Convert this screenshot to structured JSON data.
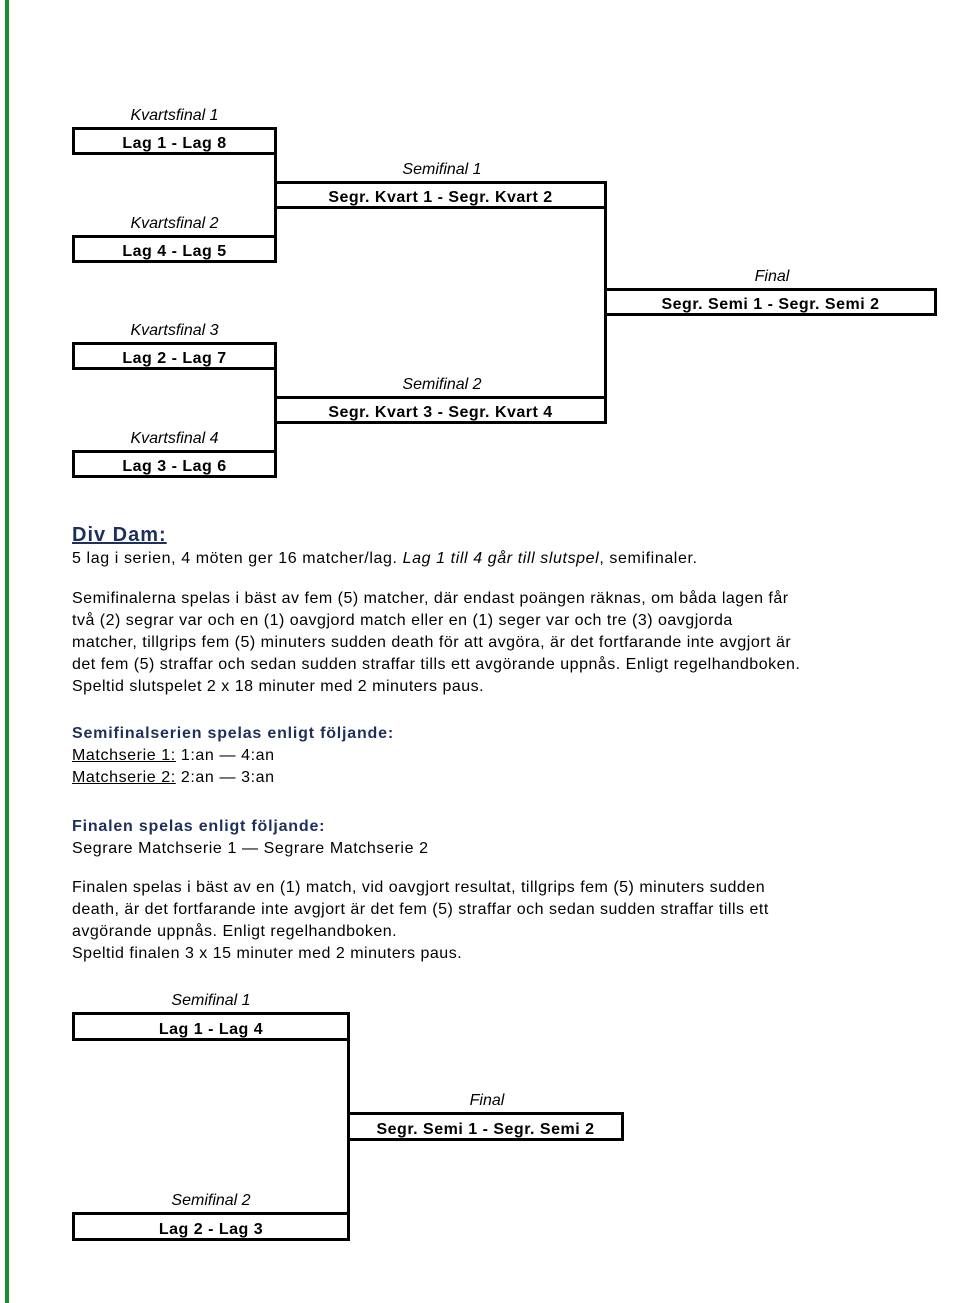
{
  "bracket1": {
    "qf1": {
      "label": "Kvartsfinal 1",
      "match": "Lag 1 - Lag 8"
    },
    "qf2": {
      "label": "Kvartsfinal 2",
      "match": "Lag 4 - Lag 5"
    },
    "qf3": {
      "label": "Kvartsfinal 3",
      "match": "Lag 2 - Lag 7"
    },
    "qf4": {
      "label": "Kvartsfinal 4",
      "match": "Lag 3 - Lag 6"
    },
    "sf1": {
      "label": "Semifinal 1",
      "match": "Segr. Kvart 1 - Segr. Kvart 2"
    },
    "sf2": {
      "label": "Semifinal 2",
      "match": "Segr. Kvart 3 - Segr. Kvart 4"
    },
    "final": {
      "label": "Final",
      "match": "Segr. Semi 1 - Segr. Semi 2"
    }
  },
  "div": {
    "heading": "Div Dam:",
    "line1_a": "5 lag i serien, 4 möten ger 16 matcher/lag. ",
    "line1_b": "Lag 1 till 4 går till slutspel",
    "line1_c": ", semifinaler.",
    "para1": [
      "Semifinalerna spelas i bäst av fem (5) matcher, där endast poängen räknas, om båda lagen får",
      "två (2) segrar var och en (1) oavgjord match eller en (1) seger var och tre (3) oavgjorda",
      "matcher, tillgrips fem (5) minuters sudden death för att avgöra, är det fortfarande inte avgjort är",
      "det fem (5) straffar och sedan sudden straffar tills ett avgörande uppnås. Enligt regelhandboken.",
      "Speltid slutspelet 2 x 18 minuter med 2 minuters paus."
    ],
    "semi_heading": "Semifinalserien spelas enligt följande:",
    "series1_label": "Matchserie 1:",
    "series1_value": " 1:an — 4:an",
    "series2_label": "Matchserie 2:",
    "series2_value": " 2:an — 3:an",
    "final_heading": "Finalen spelas enligt följande:",
    "final_line": "Segrare Matchserie 1 — Segrare Matchserie 2",
    "para2": [
      "Finalen spelas i bäst av en (1) match, vid oavgjort resultat, tillgrips fem (5) minuters sudden",
      "death, är det fortfarande inte avgjort är det fem (5) straffar och sedan sudden straffar tills ett",
      "avgörande uppnås. Enligt regelhandboken.",
      "Speltid finalen 3 x 15 minuter med 2 minuters paus."
    ]
  },
  "bracket2": {
    "sf1": {
      "label": "Semifinal 1",
      "match": "Lag 1 - Lag 4"
    },
    "sf2": {
      "label": "Semifinal 2",
      "match": "Lag 2 - Lag 3"
    },
    "final": {
      "label": "Final",
      "match": "Segr. Semi 1 - Segr. Semi 2"
    }
  }
}
